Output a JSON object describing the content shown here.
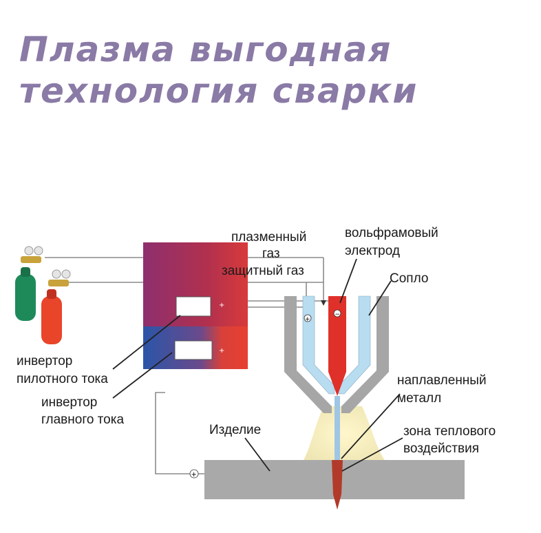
{
  "title": {
    "line1": "Плазма выгодная",
    "line2": "технология сварки"
  },
  "labels": {
    "plasma_gas_1": "плазменный",
    "plasma_gas_2": "газ",
    "shielding_gas": "защитный газ",
    "tungsten_electrode_1": "вольфрамовый",
    "tungsten_electrode_2": "электрод",
    "nozzle": "Сопло",
    "pilot_inverter_1": "инвертор",
    "pilot_inverter_2": "пилотного тока",
    "main_inverter_1": "инвертор",
    "main_inverter_2": "главного тока",
    "weld_metal_1": "наплавленный",
    "weld_metal_2": "металл",
    "workpiece": "Изделие",
    "heat_zone_1": "зона теплового",
    "heat_zone_2": "воздействия"
  },
  "colors": {
    "title": "#8a7aa6",
    "cylinder_green": "#1e8a5a",
    "cylinder_red": "#e8452a",
    "electrode": "#e0302a",
    "gas_channel": "#b8dcf0",
    "nozzle_wall": "#a6a6a6",
    "workpiece": "#a9a9a9",
    "plasma": "#f3efc4"
  }
}
